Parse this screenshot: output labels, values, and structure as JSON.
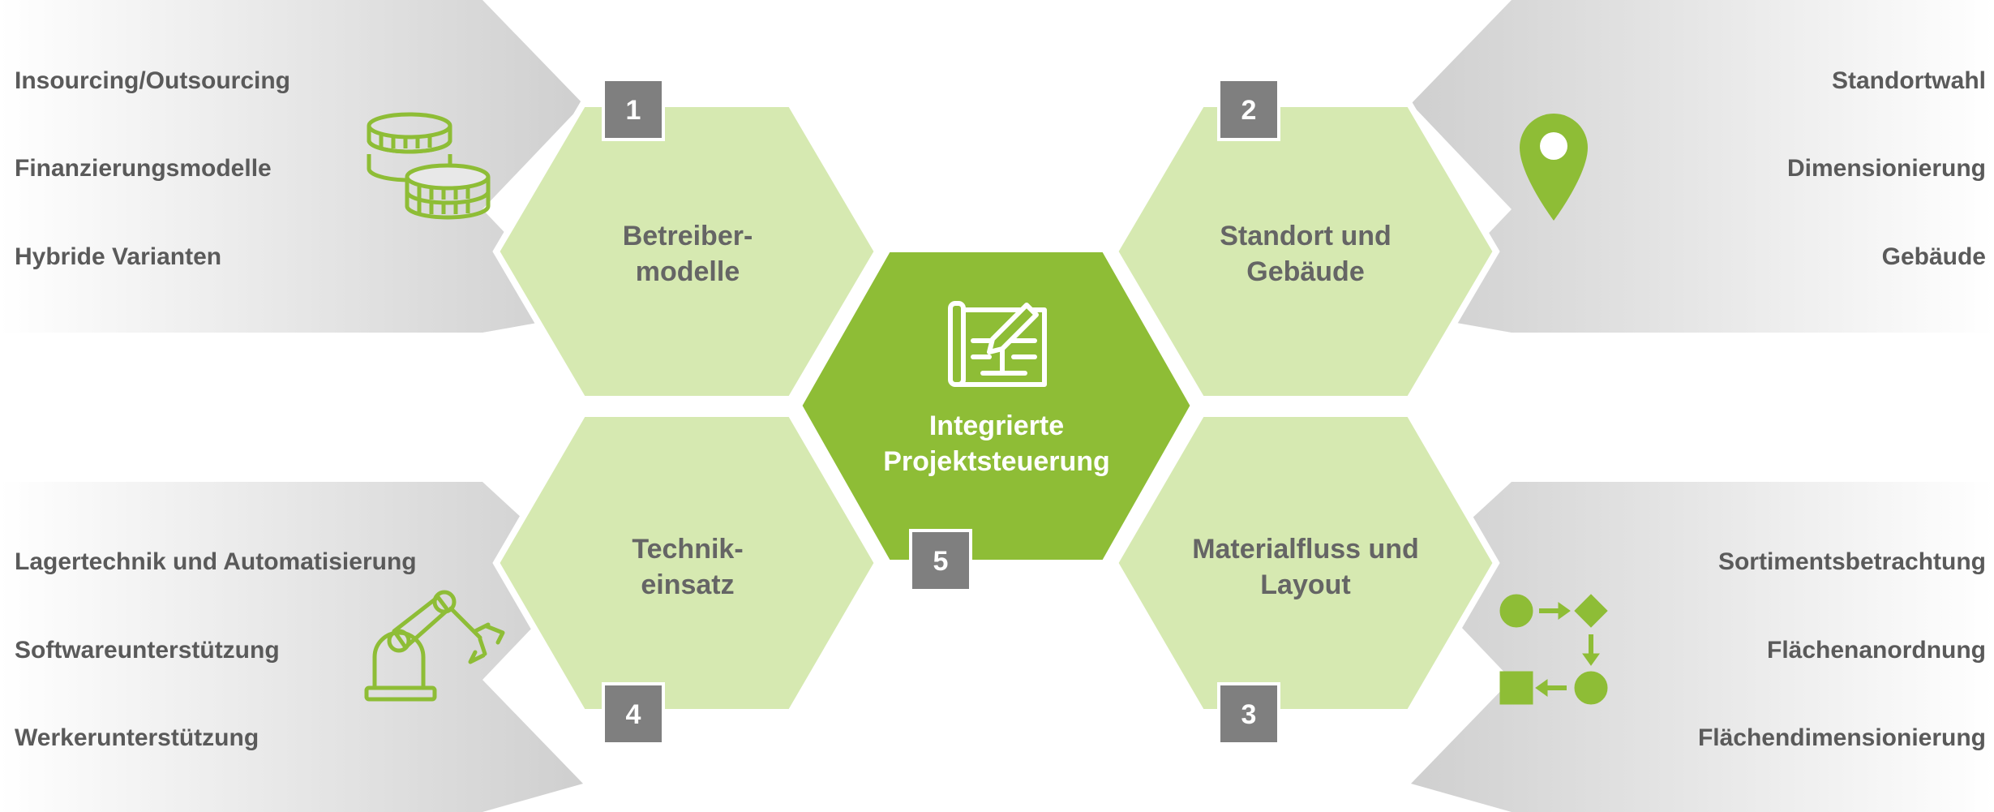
{
  "colors": {
    "hex_light": "#d6e9b1",
    "hex_center": "#8ebd36",
    "accent_green": "#8ebd36",
    "badge": "#7f7f7f",
    "text_dark": "#5a5a5a",
    "banner_start": "#ffffff",
    "banner_end": "#d2d2d2"
  },
  "center": {
    "line1": "Integrierte",
    "line2": "Projektsteuerung",
    "badge": "5",
    "icon": "blueprint-pencil-icon"
  },
  "modules": [
    {
      "badge": "1",
      "line1": "Betreiber-",
      "line2": "modelle",
      "icon": "coins-icon",
      "items": [
        "Insourcing/Outsourcing",
        "Finanzierungsmodelle",
        "Hybride Varianten"
      ]
    },
    {
      "badge": "2",
      "line1": "Standort und",
      "line2": "Gebäude",
      "icon": "map-pin-icon",
      "items": [
        "Standortwahl",
        "Dimensionierung",
        "Gebäude"
      ]
    },
    {
      "badge": "3",
      "line1": "Materialfluss und",
      "line2": "Layout",
      "icon": "flow-shapes-icon",
      "items": [
        "Sortimentsbetrachtung",
        "Flächenanordnung",
        "Flächendimensionierung"
      ]
    },
    {
      "badge": "4",
      "line1": "Technik-",
      "line2": "einsatz",
      "icon": "robot-arm-icon",
      "items": [
        "Lagertechnik und Automatisierung",
        "Softwareunterstützung",
        "Werkerunterstützung"
      ]
    }
  ]
}
